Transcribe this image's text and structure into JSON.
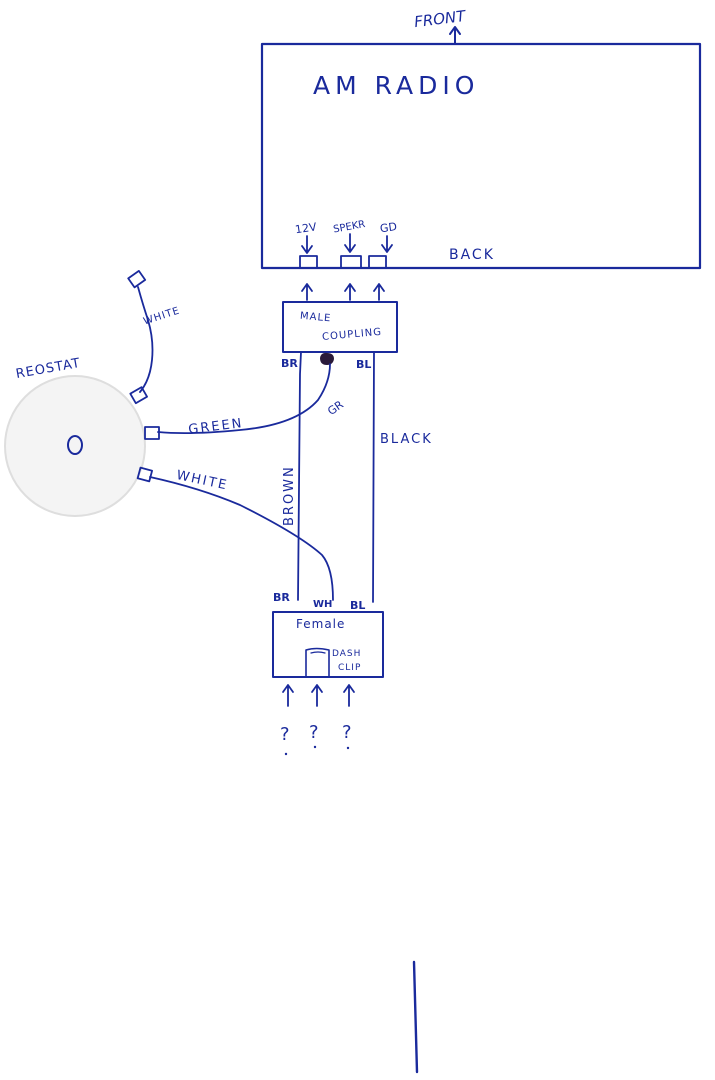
{
  "colors": {
    "ink": "#1a2a9c",
    "paper": "#ffffff",
    "rheostat_fill": "#f4f4f4",
    "rheostat_edge": "#dedede",
    "ink_dark": "#2a1a3a"
  },
  "radio": {
    "title": "AM Radio",
    "front_label": "Front",
    "back_label": "Back",
    "terminals": {
      "power": "12V",
      "speaker": "SPEKR",
      "ground": "GD"
    }
  },
  "male_coupling": {
    "label_line1": "Male",
    "label_line2": "Coupling",
    "pins": {
      "brown": "BR",
      "black": "BL",
      "green": "GR"
    }
  },
  "female_coupling": {
    "label": "Female",
    "clip_line1": "DASH",
    "clip_line2": "CLIP",
    "pins": {
      "brown": "BR",
      "white": "WH",
      "black": "BL"
    },
    "unknown_markers": [
      "?",
      "?",
      "?"
    ]
  },
  "rheostat": {
    "label": "Reostat"
  },
  "wires": {
    "white_top": "White",
    "green": "Green",
    "white_bottom": "White",
    "brown": "Brown",
    "black": "Black"
  }
}
